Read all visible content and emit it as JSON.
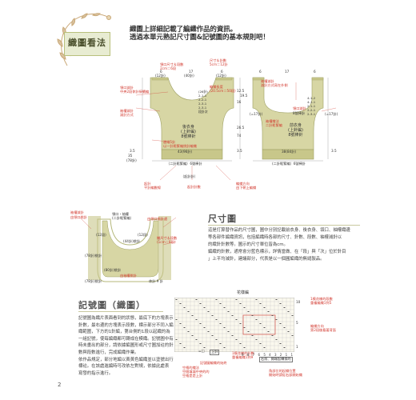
{
  "intro": {
    "line1": "織圖上詳細記載了編織作品的資訊。",
    "line2": "透過本單元熟記尺寸圖&記號圖的基本規則吧！"
  },
  "badge": {
    "title": "織圖看法"
  },
  "top_diagram": {
    "left_labels": [
      {
        "text": "領口尺寸＆段數",
        "color": "red"
      },
      {
        "text": "2cm＝6段",
        "color": "red"
      },
      {
        "text": "尺寸＆針數",
        "color": "red"
      },
      {
        "text": "5cm＝12針",
        "color": "red"
      },
      {
        "text": "領口減針",
        "color": "red"
      },
      {
        "text": "中央2段休針接續編",
        "color": "red"
      },
      {
        "text": "袖權減針",
        "color": "red"
      },
      {
        "text": "減針方式",
        "color": "red"
      },
      {
        "text": "後衣身",
        "color": "blk"
      },
      {
        "text": "(上針編)",
        "color": "blk"
      },
      {
        "text": "8號棒針",
        "color": "blk"
      },
      {
        "text": "邊端5針",
        "color": "red"
      },
      {
        "text": "以一針鬆緊編挑針編織",
        "color": "red"
      },
      {
        "text": "（二針鬆緊編）6號棒針",
        "color": "blk"
      },
      {
        "text": "起針",
        "color": "red"
      },
      {
        "text": "平針編數線",
        "color": "red"
      },
      {
        "text": "起針針數",
        "color": "red"
      },
      {
        "text": "編織方向",
        "color": "red"
      },
      {
        "text": "由下朝上編織",
        "color": "red"
      },
      {
        "text": "（起針針）",
        "color": "blk"
      }
    ],
    "dims": [
      "6",
      "17",
      "6",
      "6",
      "17",
      "6",
      "(12針)",
      "(40針)",
      "(12針)",
      "26.5",
      "74",
      "12.5",
      "16",
      "3.5",
      "3.5",
      "3.5",
      "35",
      "(78針)",
      "43(96針)",
      "38(84針)",
      "(=17針)",
      "19.5"
    ],
    "right_labels": [
      {
        "text": "袖權減針",
        "color": "red"
      },
      {
        "text": "減針方式寫在外側",
        "color": "red"
      },
      {
        "text": "前衣身",
        "color": "blk"
      },
      {
        "text": "(上針編)",
        "color": "blk"
      },
      {
        "text": "8號棒針",
        "color": "blk"
      },
      {
        "text": "袖權織法",
        "color": "red"
      },
      {
        "text": "二針鬆緊編",
        "color": "red"
      },
      {
        "text": "(二針鬆緊編）6號棒針",
        "color": "blk"
      },
      {
        "text": "編織長度",
        "color": "red"
      },
      {
        "text": "(20.5cm＝50段)",
        "color": "red"
      },
      {
        "text": "(=17針)",
        "color": "blk"
      },
      {
        "text": "領口減針",
        "color": "red"
      },
      {
        "text": "8號棒針",
        "color": "blk"
      }
    ],
    "center_numbers": [
      "(26針)",
      "2-1-1",
      "2-2-1",
      "2-3-1",
      "2-3-1",
      "段針次",
      "4-1-2",
      "4-1-1",
      "2-1-1",
      "2-2-1",
      "2-3-1"
    ]
  },
  "mid_diagram": {
    "labels": [
      {
        "text": "領口・袖權",
        "color": "blk"
      },
      {
        "text": "(二針鬆緊編）",
        "color": "blk"
      },
      {
        "text": "由領口挑針處",
        "color": "red"
      },
      {
        "text": "纖尺寸＆段數",
        "color": "red"
      },
      {
        "text": "(1cm＝8段)",
        "color": "red"
      },
      {
        "text": "(12段)",
        "color": "blk"
      },
      {
        "text": "(12段)",
        "color": "blk"
      },
      {
        "text": "(44針)挑針",
        "color": "blk"
      },
      {
        "text": "(78針)挑針",
        "color": "blk"
      },
      {
        "text": "(80針)挑針",
        "color": "blk"
      },
      {
        "text": "袖權減針",
        "color": "red"
      },
      {
        "text": "由領口挑針",
        "color": "red"
      },
      {
        "text": "由袖權挑針",
        "color": "red"
      },
      {
        "text": "(78針)挑針",
        "color": "blk"
      },
      {
        "text": "休針 9 針",
        "color": "blk"
      }
    ]
  },
  "size_section": {
    "heading": "尺寸圖",
    "lines": [
      "這是打算替作品的尺寸圖，圖中分別記載前衣身、後衣身、領口、袖權織邊",
      "等各部件編織資訊，包括編織時各部的尺寸、針數、段數、袖權減針以",
      "的織針針數等。圖示的尺寸單位皆為cm。",
      "編織的針數，通常會分藍色標示，詳情當做、在「段」與「次」位於針目",
      "」上平均減針，建議部分，代表是以一個圓編織的無縫製品。"
    ]
  },
  "symbol_section": {
    "heading": "記號圖（織圖）",
    "lines": [
      "記號圖為織片表面看到的狀態，最底下的方塊表示",
      "針數，最右邊的方塊表示段數，標示部分不同入編",
      "織範圍，下方的1針編，第台側的1段以起織的為",
      "一組記號，使每編織都可轉成在模織。記號圖中有",
      "時未畫出的部分，請依據編圖形或尺寸圖加註的針",
      "數與段數進行，完成編織作業。",
      "依作品規定，部分地編以黃黃色編織並以塗號出行",
      "標註。在該處進編時可改依左對規，依據此處表",
      "寫發的指示進行。"
    ]
  },
  "chart_section": {
    "title": "花樣編",
    "labels": [
      {
        "text": "1模花樣的段數",
        "color": "red"
      },
      {
        "text": "重複編織1到5",
        "color": "red"
      },
      {
        "text": "編織方向",
        "color": "red"
      },
      {
        "text": "第2段後看著背面",
        "color": "red"
      },
      {
        "text": "1模花樣的針數",
        "color": "red"
      },
      {
        "text": "重複編織1到9",
        "color": "red"
      },
      {
        "text": "記號圖編織的始終",
        "color": "red"
      },
      {
        "text": "空格的織法",
        "color": "red"
      },
      {
        "text": "空間填填中央的的",
        "color": "red"
      },
      {
        "text": "空格是是上針",
        "color": "red"
      },
      {
        "text": "上針",
        "color": "blk"
      },
      {
        "text": "右前、開端起轉換的",
        "color": "blk"
      },
      {
        "text": "角部位的起織位置",
        "color": "red"
      },
      {
        "text": "開始時請從右部開始織",
        "color": "red"
      },
      {
        "text": "=□",
        "color": "blk"
      }
    ],
    "numbers": [
      "10",
      "5",
      "1",
      "9",
      "8",
      "7",
      "6",
      "5",
      "4",
      "3",
      "2",
      "1",
      "1"
    ]
  },
  "page_number": "2",
  "colors": {
    "knit": "#d7d6a4",
    "rib": "#c8c78a",
    "accent": "#d2392f",
    "leaf": "#c9a877"
  }
}
